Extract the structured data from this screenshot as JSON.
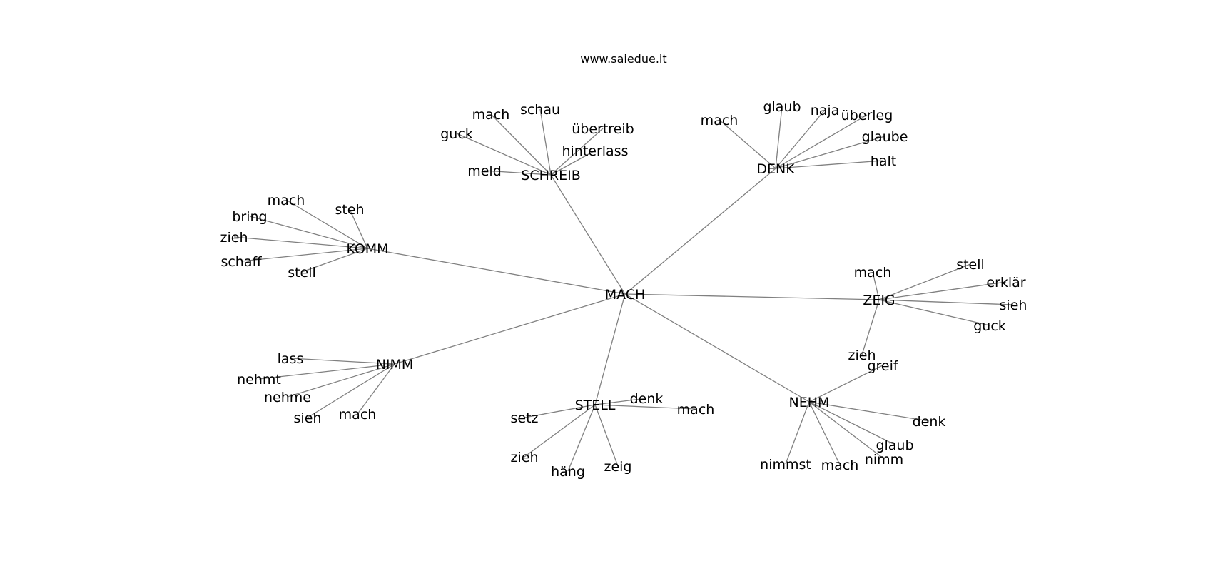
{
  "site": "www.saiedue.it",
  "center": "MACH",
  "clusters": [
    {
      "hub": "SCHREIB",
      "leaves": [
        "mach",
        "schau",
        "übertreib",
        "guck",
        "hinterlass",
        "meld"
      ]
    },
    {
      "hub": "DENK",
      "leaves": [
        "mach",
        "glaub",
        "naja",
        "überleg",
        "glaube",
        "halt"
      ]
    },
    {
      "hub": "KOMM",
      "leaves": [
        "mach",
        "steh",
        "bring",
        "zieh",
        "schaff",
        "stell"
      ]
    },
    {
      "hub": "ZEIG",
      "leaves": [
        "mach",
        "stell",
        "erklär",
        "sieh",
        "guck",
        "zieh"
      ]
    },
    {
      "hub": "NIMM",
      "leaves": [
        "lass",
        "nehmt",
        "nehme",
        "sieh",
        "mach"
      ]
    },
    {
      "hub": "STELL",
      "leaves": [
        "denk",
        "mach",
        "setz",
        "zieh",
        "häng",
        "zeig"
      ]
    },
    {
      "hub": "NEHM",
      "leaves": [
        "greif",
        "denk",
        "glaub",
        "nimm",
        "mach",
        "nimmst"
      ]
    }
  ]
}
